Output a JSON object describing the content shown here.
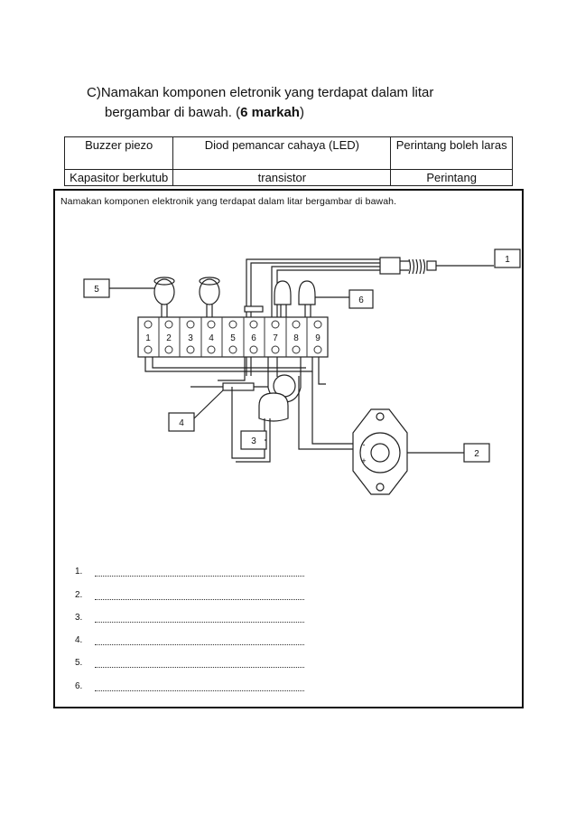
{
  "question": {
    "prefix": "C)",
    "line1": "Namakan  komponen  eletronik yang terdapat dalam litar",
    "line2_text": "bergambar  di  bawah.  (",
    "marks": "6 markah",
    "line2_end": ")"
  },
  "answers_table": {
    "rows": [
      [
        "Buzzer piezo",
        "Diod pemancar cahaya (LED)",
        "Perintang boleh laras"
      ],
      [
        "Kapasitor berkutub",
        "transistor",
        "Perintang"
      ]
    ]
  },
  "worksheet": {
    "title": "Namakan komponen elektronik yang terdapat dalam litar bergambar di bawah.",
    "callouts": [
      "1",
      "2",
      "3",
      "4",
      "5",
      "6"
    ],
    "terminals": [
      "1",
      "2",
      "3",
      "4",
      "5",
      "6",
      "7",
      "8",
      "9"
    ],
    "buzzer_signs": [
      "-",
      "+"
    ],
    "answer_numbers": [
      "1.",
      "2.",
      "3.",
      "4.",
      "5.",
      "6."
    ]
  }
}
